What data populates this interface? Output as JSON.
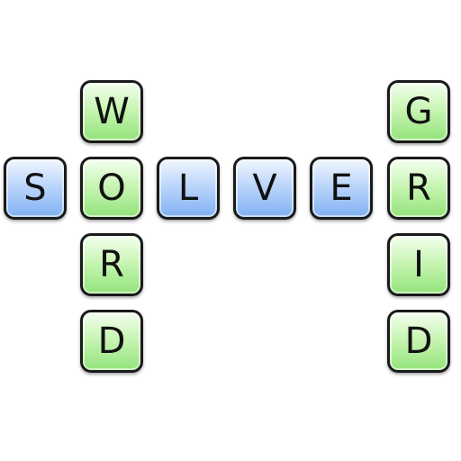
{
  "word": {
    "letters": [
      "W",
      "O",
      "R",
      "D"
    ]
  },
  "solver": {
    "letters": [
      "S",
      "O",
      "L",
      "V",
      "E",
      "R"
    ]
  },
  "grid": {
    "letters": [
      "G",
      "R",
      "I",
      "D"
    ]
  },
  "colors": {
    "green": "#93e37a",
    "blue": "#7fb1f1",
    "border": "#1a1a1a"
  }
}
